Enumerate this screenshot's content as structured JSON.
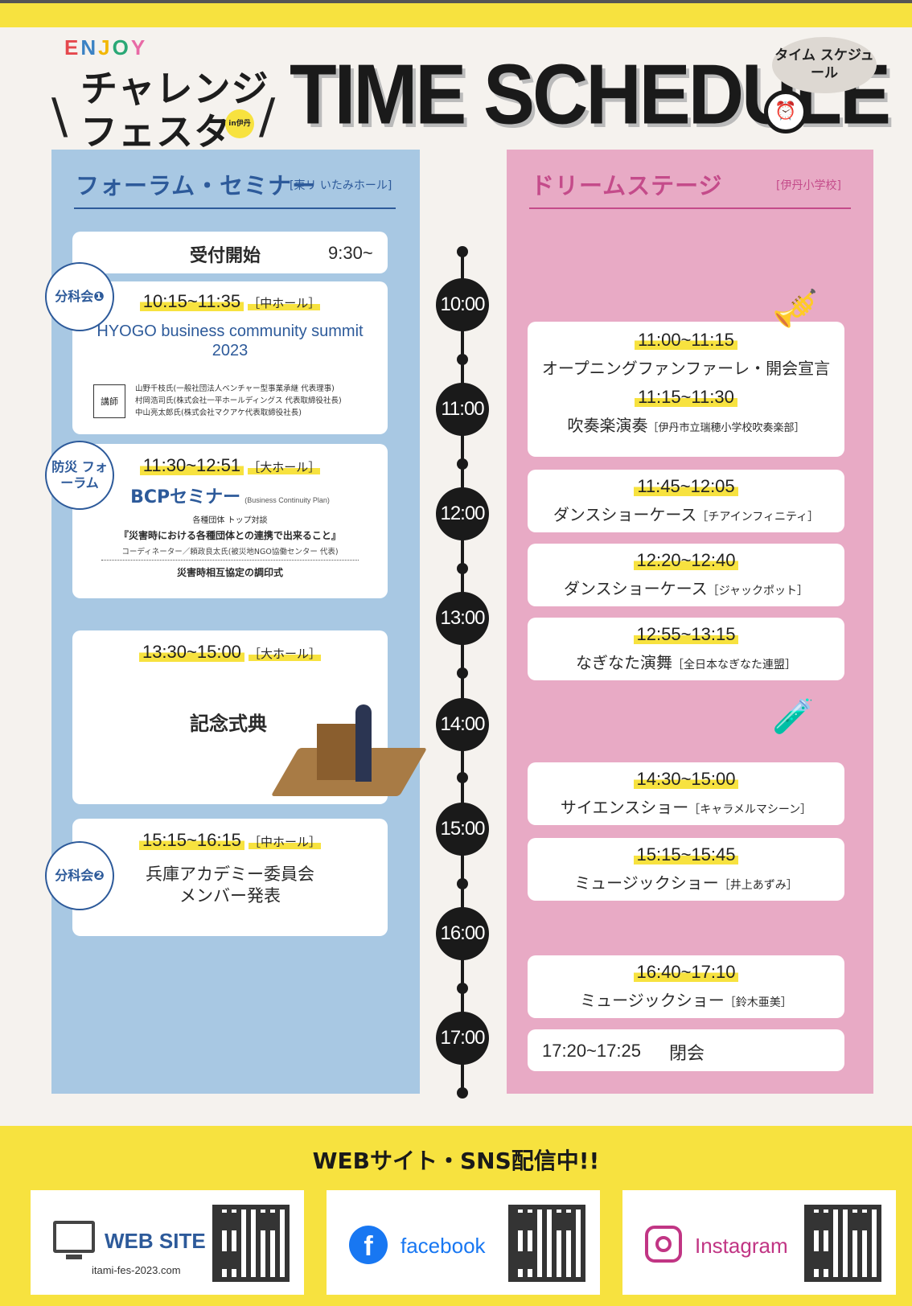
{
  "header": {
    "enjoy": "ENJOY",
    "logo_line1": "チャレンジ",
    "logo_line2": "フェスタ",
    "logo_in": "in伊丹",
    "title": "TIME SCHEDULE",
    "bubble": "タイム スケジュール"
  },
  "left": {
    "heading": "フォーラム・セミナー",
    "venue": "[東リ いたみホール]",
    "reception": {
      "label": "受付開始",
      "time": "9:30~"
    },
    "s1": {
      "badge": "分科会❶",
      "time": "10:15~11:35",
      "hall": "［中ホール］",
      "title": "HYOGO business community summit 2023",
      "speaker_tag": "講師",
      "speakers": [
        "山野千枝氏(一般社団法人ベンチャー型事業承継 代表理事)",
        "村岡浩司氏(株式会社一平ホールディングス 代表取締役社長)",
        "中山亮太郎氏(株式会社マクアケ代表取締役社長)"
      ]
    },
    "s2": {
      "badge": "防災 フォーラム",
      "time": "11:30~12:51",
      "hall": "［大ホール］",
      "title": "BCPセミナー",
      "title_sub": "(Business Continuity Plan)",
      "line1": "各種団体 トップ対談",
      "line2": "『災害時における各種団体との連携で出来ること』",
      "line3": "コーディネーター／頼政良太氏(被災地NGO協働センター 代表)",
      "line4": "災害時相互協定の調印式"
    },
    "s3": {
      "time": "13:30~15:00",
      "hall": "［大ホール］",
      "title": "記念式典"
    },
    "s4": {
      "badge": "分科会❷",
      "time": "15:15~16:15",
      "hall": "［中ホール］",
      "line1": "兵庫アカデミー委員会",
      "line2": "メンバー発表"
    }
  },
  "right": {
    "heading": "ドリームステージ",
    "venue": "[伊丹小学校]",
    "events": [
      {
        "time": "11:00~11:15",
        "title": "オープニングファンファーレ・開会宣言",
        "sub": ""
      },
      {
        "time": "11:15~11:30",
        "title": "吹奏楽演奏",
        "sub": "［伊丹市立瑞穂小学校吹奏楽部］"
      },
      {
        "time": "11:45~12:05",
        "title": "ダンスショーケース",
        "sub": "［チアインフィニティ］"
      },
      {
        "time": "12:20~12:40",
        "title": "ダンスショーケース",
        "sub": "［ジャックポット］"
      },
      {
        "time": "12:55~13:15",
        "title": "なぎなた演舞",
        "sub": "［全日本なぎなた連盟］"
      },
      {
        "time": "14:30~15:00",
        "title": "サイエンスショー",
        "sub": "［キャラメルマシーン］"
      },
      {
        "time": "15:15~15:45",
        "title": "ミュージックショー",
        "sub": "［井上あずみ］"
      },
      {
        "time": "16:40~17:10",
        "title": "ミュージックショー",
        "sub": "［鈴木亜美］"
      }
    ],
    "closing": {
      "time": "17:20~17:25",
      "label": "閉会"
    }
  },
  "timeline": [
    "10:00",
    "11:00",
    "12:00",
    "13:00",
    "14:00",
    "15:00",
    "16:00",
    "17:00"
  ],
  "footer": {
    "heading": "WEBサイト・SNS配信中!!",
    "web_label": "WEB SITE",
    "web_url": "itami-fes-2023.com",
    "facebook_label": "facebook",
    "instagram_label": "Instagram"
  },
  "colors": {
    "yellow": "#f7e23f",
    "blue_col": "#a8c8e3",
    "pink_col": "#e8aac5",
    "blue_text": "#2d5a9a",
    "pink_text": "#c44b8a"
  }
}
